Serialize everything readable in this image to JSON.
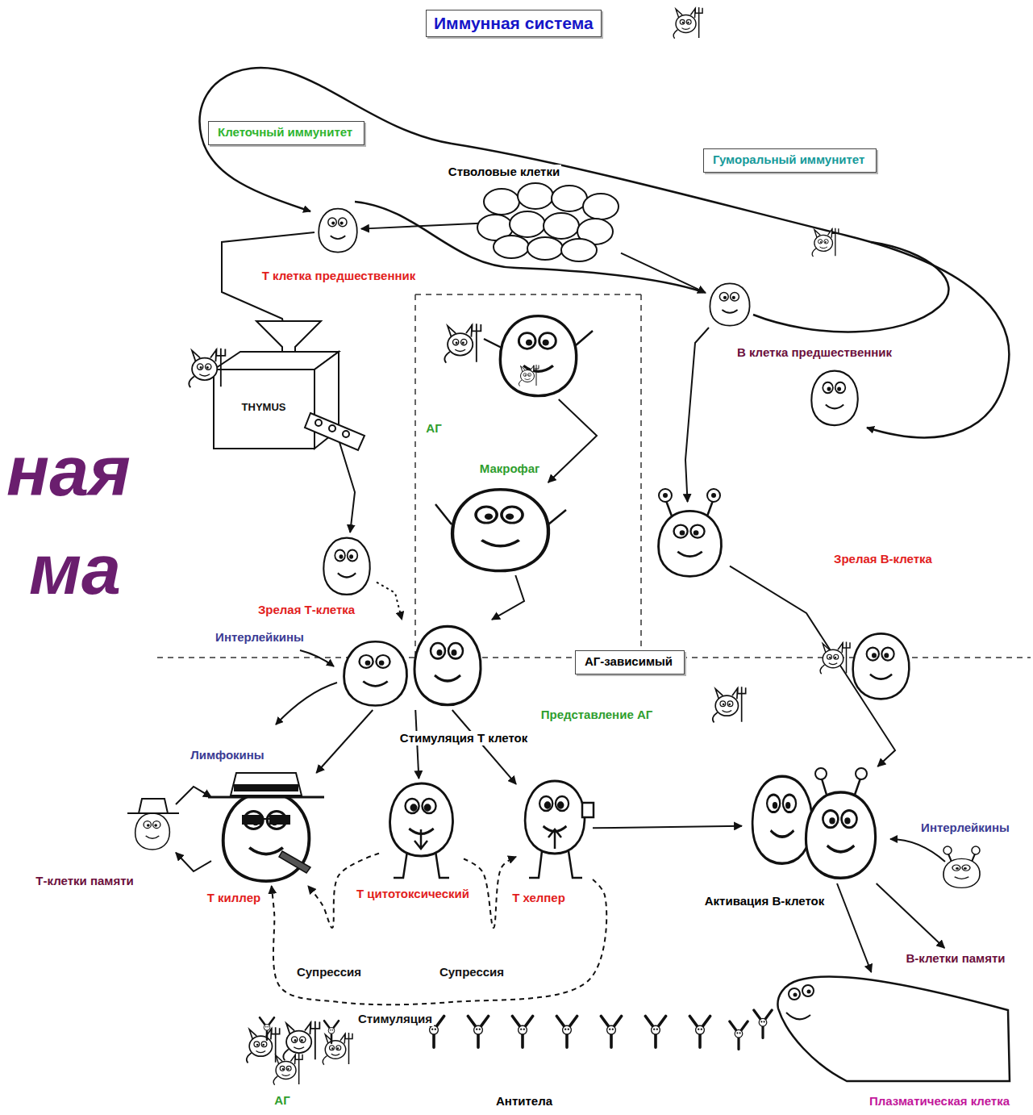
{
  "diagram": {
    "title": "Иммунная система",
    "nodes": [
      {
        "text": [
          "Клеточный иммунитет"
        ]
      },
      {
        "text": [
          "Гуморальный иммунитет"
        ]
      },
      {
        "text": [
          "Стволовые клетки"
        ]
      },
      {
        "text": [
          "Т клетка предшественник"
        ]
      },
      {
        "text": [
          "АГ"
        ]
      },
      {
        "text": [
          "В клетка предшественник"
        ]
      },
      {
        "text": [
          "Макрофаг"
        ]
      },
      {
        "text": [
          "Зрелая В-клетка"
        ]
      },
      {
        "text": [
          "Зрелая Т-клетка"
        ]
      },
      {
        "text": [
          "АГ-зависимый"
        ]
      },
      {
        "text": [
          "Стимуляция Т клеток"
        ]
      },
      {
        "text": [
          "Т-клетки памяти"
        ]
      },
      {
        "text": [
          "Т киллер"
        ]
      },
      {
        "text": [
          "Т цитотоксический"
        ]
      },
      {
        "text": [
          "Т хелпер"
        ]
      },
      {
        "text": [
          "Активация В-клеток"
        ]
      },
      {
        "text": [
          "В-клетки памяти"
        ]
      },
      {
        "text": [
          "Плазматическая клетка"
        ]
      },
      {
        "text": [
          "АГ"
        ]
      },
      {
        "text": [
          "Антитела"
        ]
      }
    ],
    "edges": [
      {
        "from": 2,
        "to": 3,
        "arrow": "to"
      },
      {
        "from": 2,
        "to": 5,
        "arrow": "to"
      },
      {
        "from": 3,
        "to": 8,
        "arrow": "to"
      },
      {
        "from": 4,
        "to": 6,
        "arrow": "to"
      },
      {
        "from": 5,
        "to": 7,
        "arrow": "to"
      },
      {
        "from": 8,
        "to": 10,
        "arrow": "to"
      },
      {
        "from": 6,
        "to": 10,
        "arrow": "to"
      },
      {
        "from": 7,
        "to": 15,
        "arrow": "to"
      },
      {
        "from": 10,
        "to": 12,
        "arrow": "to"
      },
      {
        "from": 10,
        "to": 13,
        "arrow": "to"
      },
      {
        "from": 10,
        "to": 14,
        "arrow": "to"
      },
      {
        "from": 11,
        "to": 12,
        "arrow": "to"
      },
      {
        "from": 12,
        "to": 11,
        "arrow": "to"
      },
      {
        "from": 13,
        "to": 12,
        "label": "Супрессия",
        "arrow": "to"
      },
      {
        "from": 13,
        "to": 14,
        "label": "Супрессия",
        "arrow": "to"
      },
      {
        "from": 14,
        "to": 12,
        "label": "Стимуляция",
        "arrow": "to"
      },
      {
        "from": 14,
        "to": 15,
        "arrow": "to"
      },
      {
        "from": 15,
        "to": 16,
        "arrow": "to"
      },
      {
        "from": 15,
        "to": 17,
        "arrow": "to"
      }
    ],
    "labels": [
      "THYMUS",
      "ная",
      "ма",
      "Интерлейкины",
      "Представление АГ",
      "Лимфокины",
      "Интерлейкины"
    ]
  }
}
